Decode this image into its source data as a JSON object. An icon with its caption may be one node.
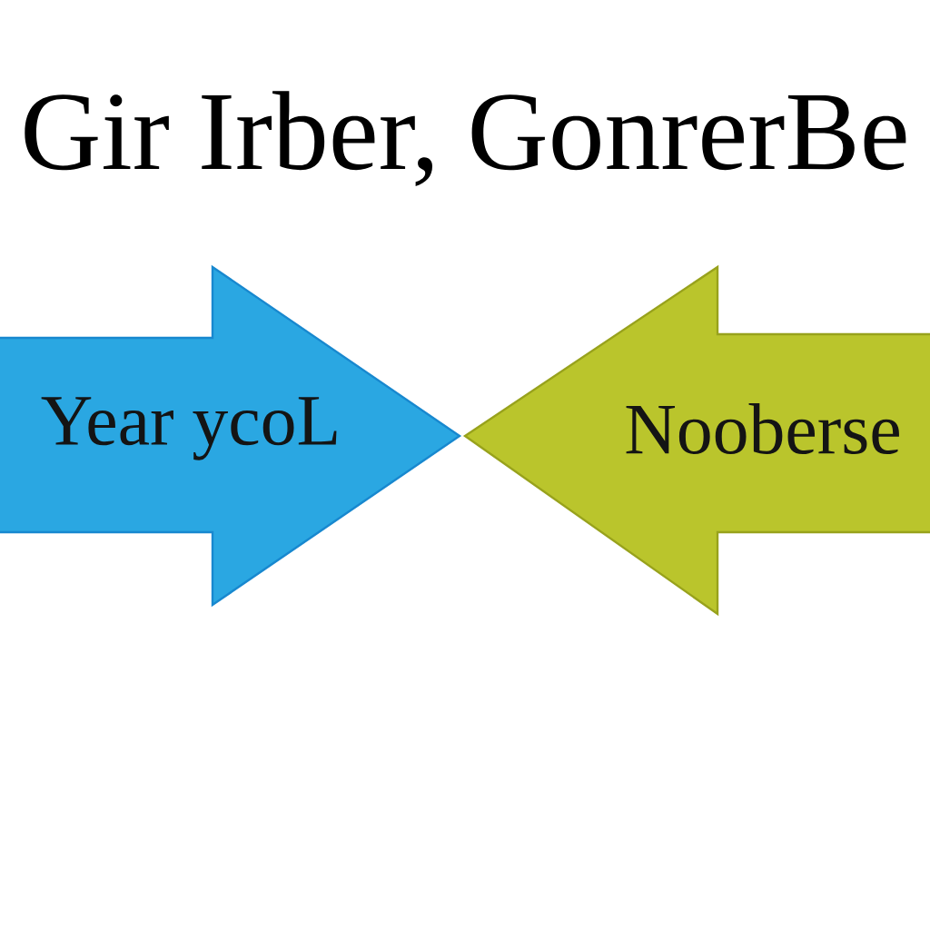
{
  "diagram": {
    "title": "Gir Irber, GonrerBe",
    "nodes": [
      {
        "text": [
          "Year ycoL"
        ]
      },
      {
        "text": [
          "Nooberse"
        ]
      }
    ]
  }
}
